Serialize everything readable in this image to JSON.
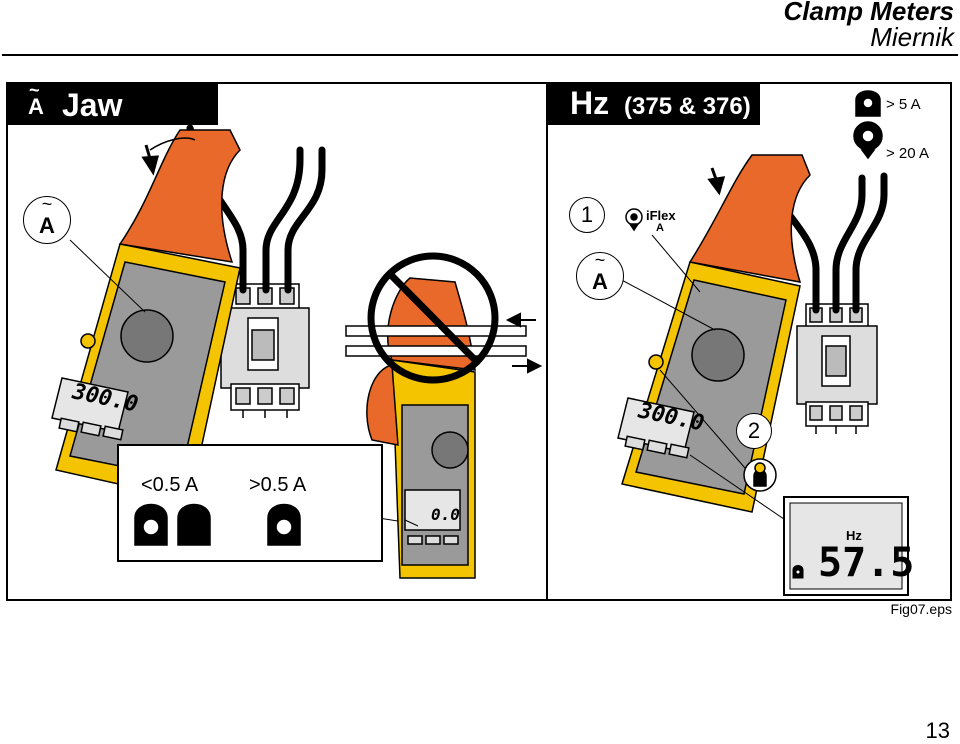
{
  "header": {
    "title": "Clamp Meters",
    "subtitle": "Miernik"
  },
  "left_panel": {
    "band_symbol": "A",
    "band_tilde": "~",
    "band_label": "Jaw",
    "callout_symbol": "A",
    "callout_tilde": "~",
    "display_value": "300.0",
    "inset": {
      "left_label": "<0.5 A",
      "right_label": ">0.5 A"
    },
    "center_display": "0.0"
  },
  "right_panel": {
    "band_label": "Hz",
    "band_models": "(375 & 376)",
    "legend": [
      {
        "icon": "jaw-clamp-icon",
        "text": "> 5 A"
      },
      {
        "icon": "iflex-probe-icon",
        "text": "> 20 A"
      }
    ],
    "step1": "1",
    "step2": "2",
    "iflex_label": "iFlex",
    "iflex_symbol": "A",
    "callout_symbol": "A",
    "callout_tilde": "~",
    "display_value": "300.0",
    "zoom_unit": "Hz",
    "zoom_value": "57.5"
  },
  "footer": {
    "figure": "Fig07.eps",
    "page": "13"
  },
  "colors": {
    "jaw": "#E9692A",
    "body": "#F5C400",
    "face": "#9A9A9A",
    "lcd": "#E6E6E6"
  }
}
